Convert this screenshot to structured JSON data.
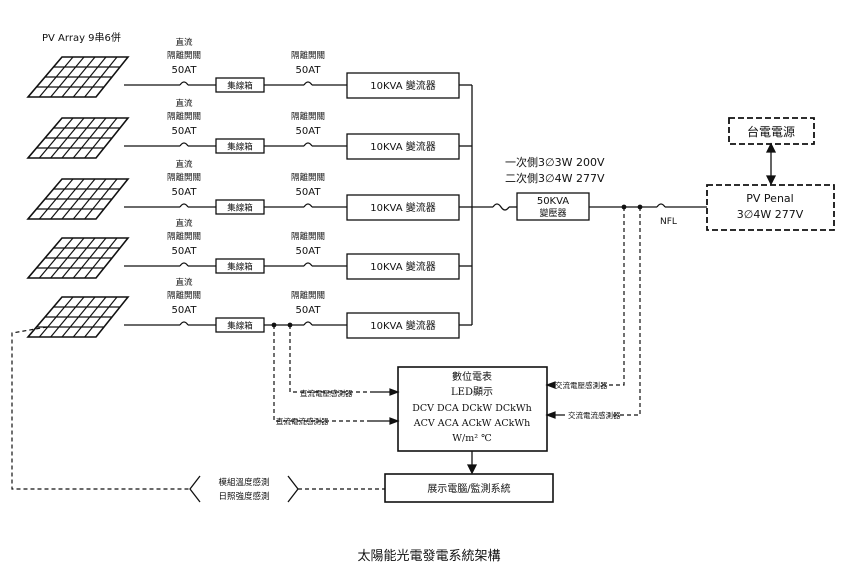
{
  "array_title": "PV Array 9串6併",
  "strings": [
    {
      "dc_label": "直流",
      "switch_label": "隔離開關",
      "rating": "50AT",
      "junction_box": "集線箱",
      "switch2_label": "隔離開關",
      "rating2": "50AT",
      "inverter": "10KVA 變流器"
    },
    {
      "dc_label": "直流",
      "switch_label": "隔離開關",
      "rating": "50AT",
      "junction_box": "集線箱",
      "switch2_label": "隔離開關",
      "rating2": "50AT",
      "inverter": "10KVA 變流器"
    },
    {
      "dc_label": "直流",
      "switch_label": "隔離開關",
      "rating": "50AT",
      "junction_box": "集線箱",
      "switch2_label": "隔離開關",
      "rating2": "50AT",
      "inverter": "10KVA 變流器"
    },
    {
      "dc_label": "直流",
      "switch_label": "隔離開關",
      "rating": "50AT",
      "junction_box": "集線箱",
      "switch2_label": "隔離開關",
      "rating2": "50AT",
      "inverter": "10KVA 變流器"
    },
    {
      "dc_label": "直流",
      "switch_label": "隔離開關",
      "rating": "50AT",
      "junction_box": "集線箱",
      "switch2_label": "隔離開關",
      "rating2": "50AT",
      "inverter": "10KVA 變流器"
    }
  ],
  "transformer": {
    "primary": "一次側3∅3W 200V",
    "secondary": "二次側3∅4W 277V",
    "rating": "50KVA",
    "name": "變壓器"
  },
  "nfl_label": "NFL",
  "utility": "台電電源",
  "pv_panel": {
    "line1": "PV Penal",
    "line2": "3∅4W 277V"
  },
  "meter": {
    "title": "數位電表",
    "subtitle": "LED顯示",
    "row1": "DCV DCA DCkW DCkWh",
    "row2": "ACV ACA ACkW ACkWh",
    "row3": "W/m² ℃"
  },
  "sensors": {
    "dc_voltage": "直流電壓感測器",
    "dc_current": "直流電流感測器",
    "ac_voltage": "交流電壓感測器",
    "ac_current": "交流電流感測器",
    "temperature": "模組溫度感測",
    "irradiance": "日照強度感測"
  },
  "display_system": "展示電腦/監測系統",
  "caption": "太陽能光電發電系統架構"
}
